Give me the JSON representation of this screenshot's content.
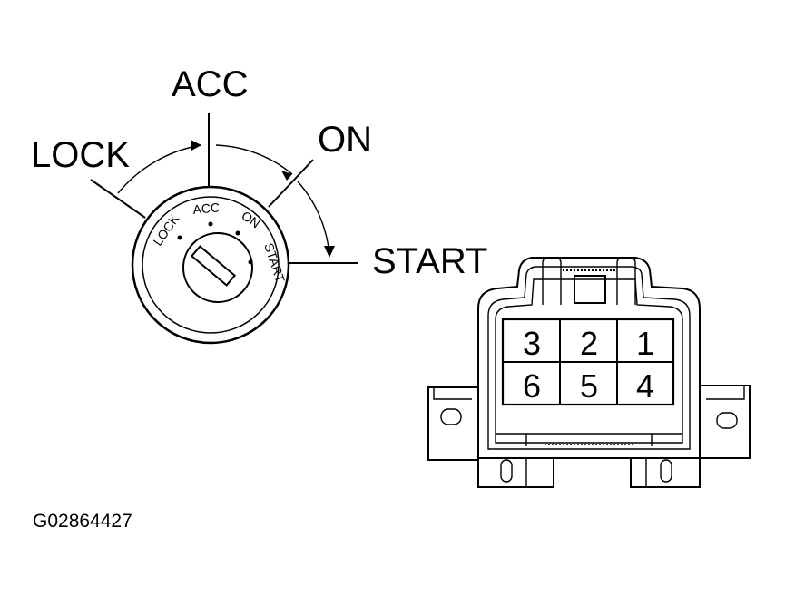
{
  "ignition_switch": {
    "positions": [
      "LOCK",
      "ACC",
      "ON",
      "START"
    ],
    "dial_labels": [
      "LOCK",
      "ACC",
      "ON",
      "START"
    ]
  },
  "connector": {
    "pins_top_row": [
      "3",
      "2",
      "1"
    ],
    "pins_bottom_row": [
      "6",
      "5",
      "4"
    ]
  },
  "figure_code": "G02864427"
}
